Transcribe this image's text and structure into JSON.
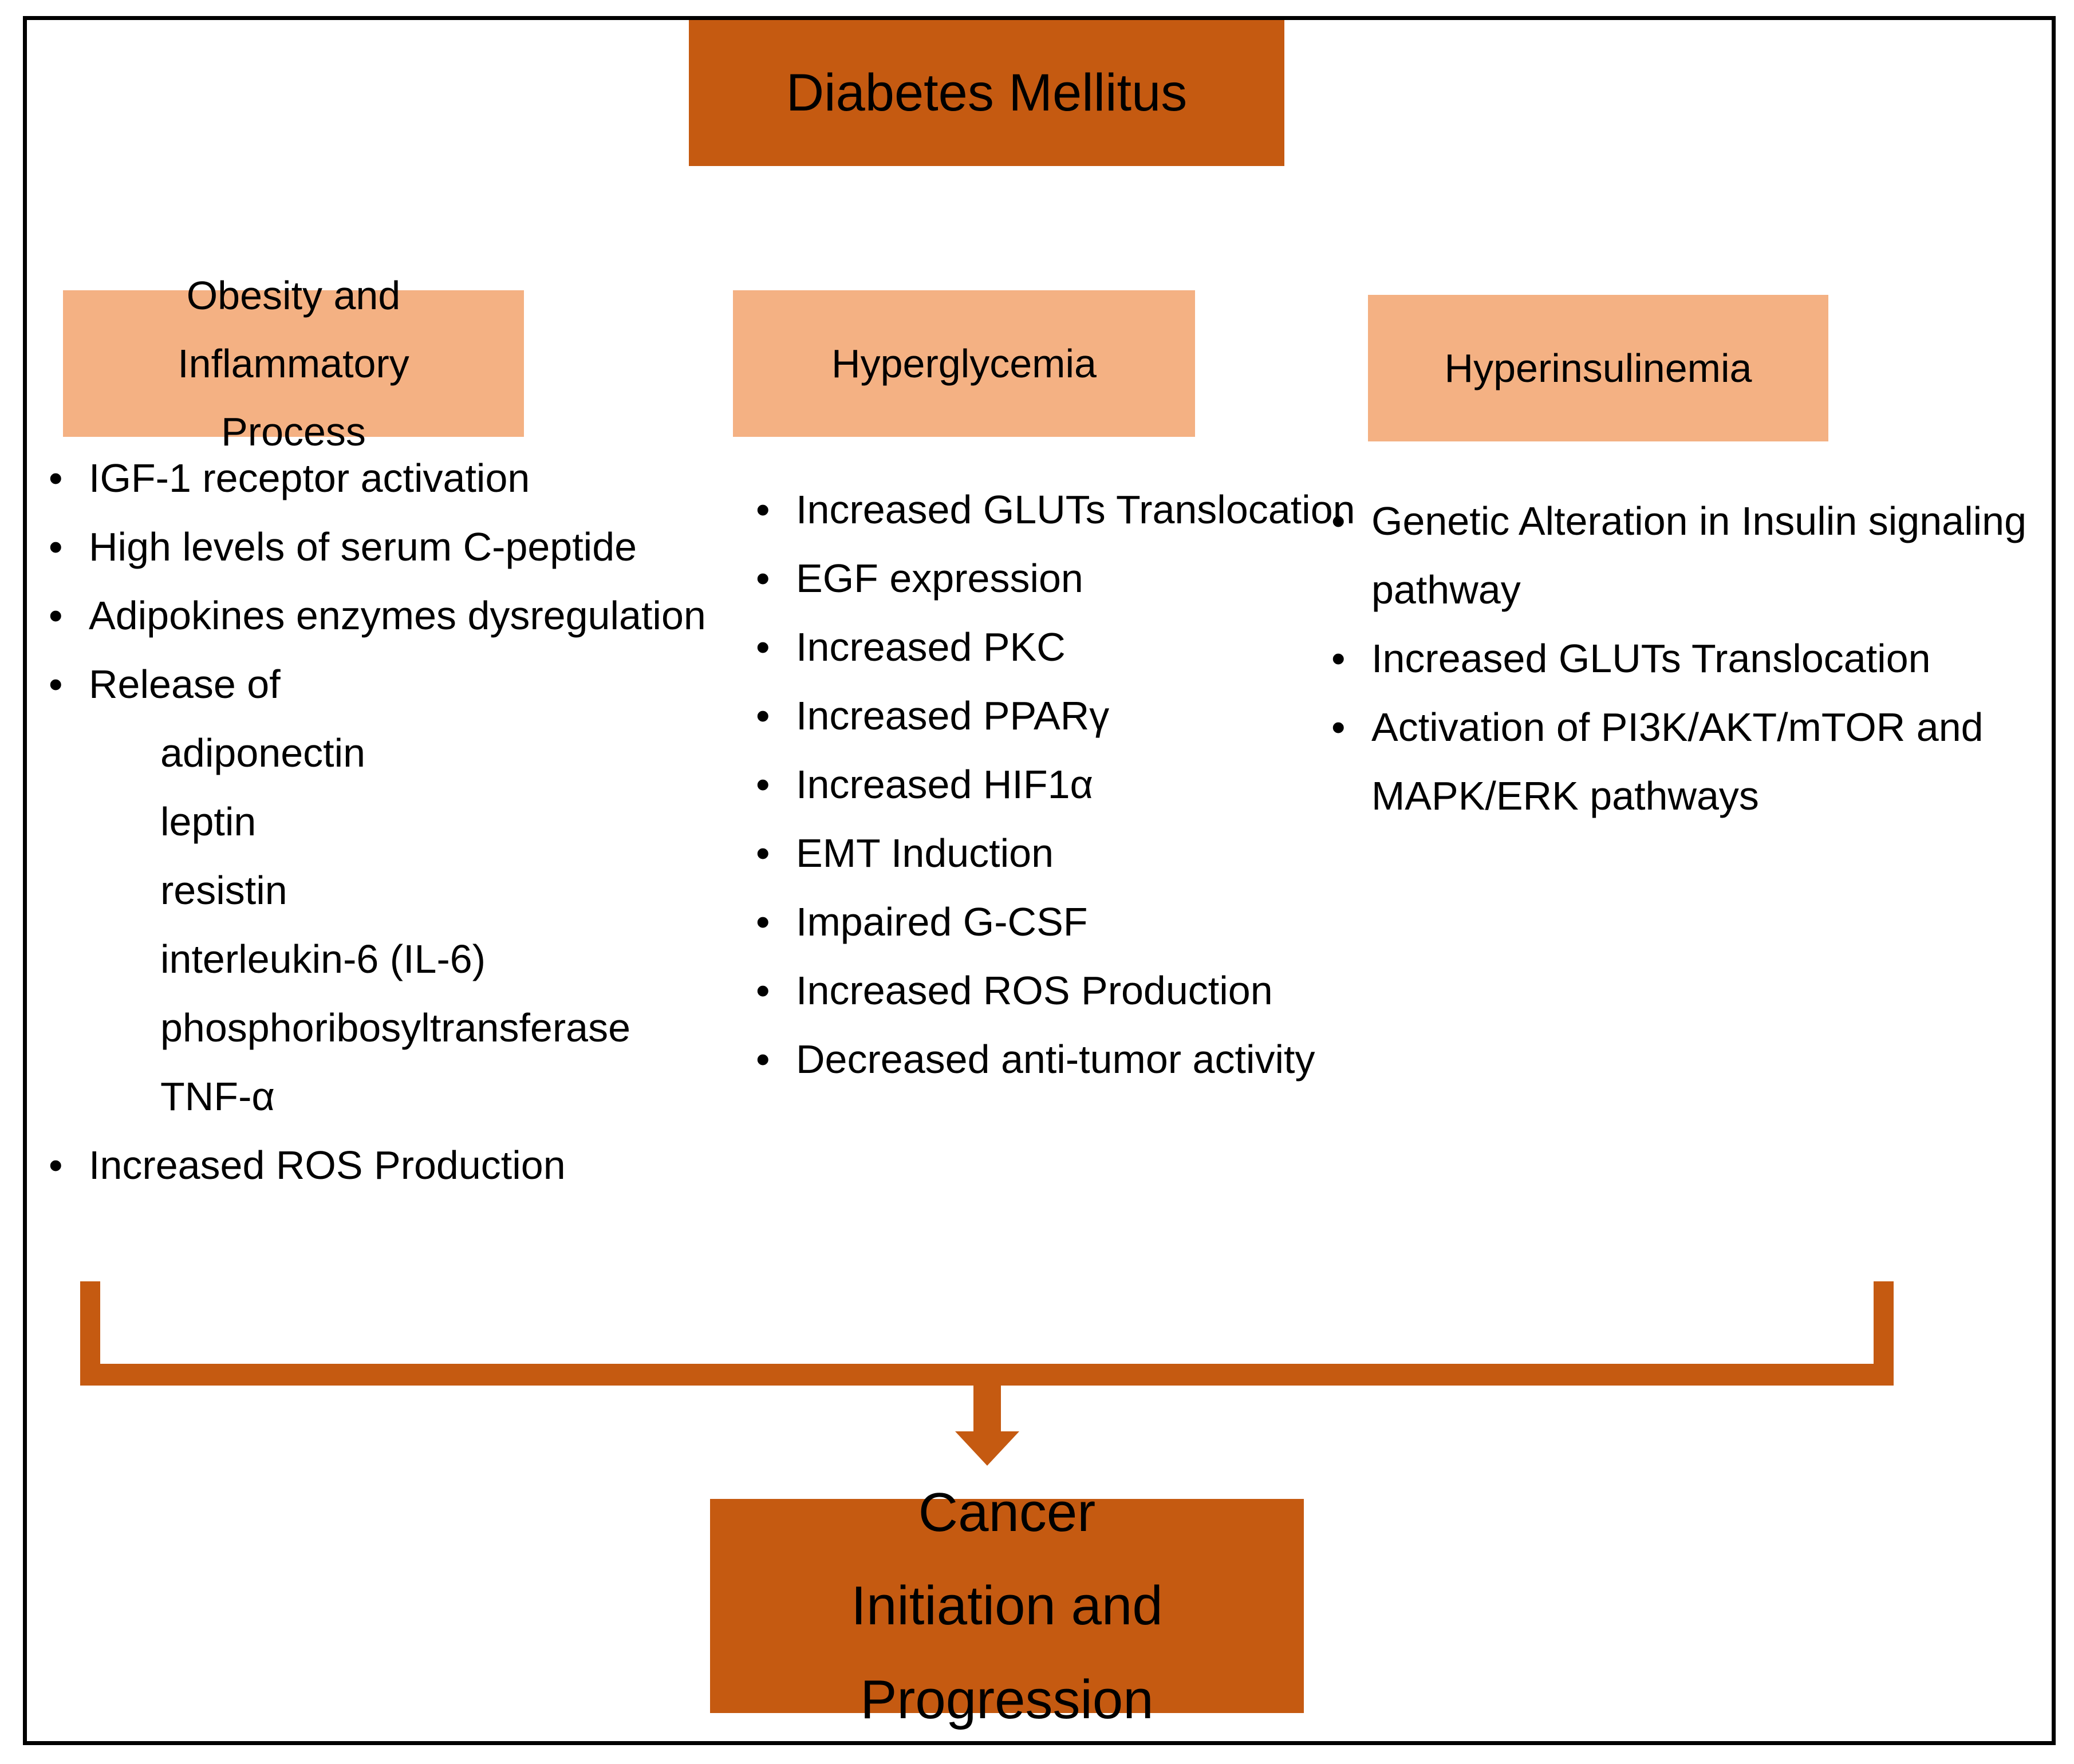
{
  "diagram": {
    "top_node": {
      "label": "Diabetes Mellitus"
    },
    "columns": [
      {
        "heading_lines": [
          "Obesity and Inflammatory",
          "Process"
        ],
        "items": [
          {
            "text": "IGF-1 receptor activation",
            "kind": "bullet"
          },
          {
            "text": "High levels of serum C-peptide",
            "kind": "bullet"
          },
          {
            "text": "Adipokines enzymes dysregulation",
            "kind": "bullet"
          },
          {
            "text": "Release of",
            "kind": "bullet"
          },
          {
            "text": "adiponectin",
            "kind": "sub"
          },
          {
            "text": "leptin",
            "kind": "sub"
          },
          {
            "text": "resistin",
            "kind": "sub"
          },
          {
            "text": "interleukin-6 (IL-6)",
            "kind": "sub"
          },
          {
            "text": "phosphoribosyltransferase",
            "kind": "sub"
          },
          {
            "text": "TNF-α",
            "kind": "sub"
          },
          {
            "text": "Increased ROS Production",
            "kind": "bullet"
          }
        ]
      },
      {
        "heading_lines": [
          "Hyperglycemia"
        ],
        "items": [
          {
            "text": "Increased GLUTs Translocation",
            "kind": "bullet"
          },
          {
            "text": "EGF expression",
            "kind": "bullet"
          },
          {
            "text": "Increased PKC",
            "kind": "bullet"
          },
          {
            "text": "Increased PPARγ",
            "kind": "bullet"
          },
          {
            "text": "Increased HIF1α",
            "kind": "bullet"
          },
          {
            "text": "EMT Induction",
            "kind": "bullet"
          },
          {
            "text": "Impaired G-CSF",
            "kind": "bullet"
          },
          {
            "text": "Increased ROS Production",
            "kind": "bullet"
          },
          {
            "text": "Decreased anti-tumor activity",
            "kind": "bullet"
          }
        ]
      },
      {
        "heading_lines": [
          "Hyperinsulinemia"
        ],
        "items": [
          {
            "text": "Genetic Alteration in Insulin signaling",
            "kind": "bullet"
          },
          {
            "text": "pathway",
            "kind": "cont"
          },
          {
            "text": "Increased GLUTs Translocation",
            "kind": "bullet"
          },
          {
            "text": "Activation of PI3K/AKT/mTOR and",
            "kind": "bullet"
          },
          {
            "text": "MAPK/ERK pathways",
            "kind": "cont"
          }
        ]
      }
    ],
    "bottom_node": {
      "lines": [
        "Cancer",
        "Initiation and Progression"
      ]
    },
    "colors": {
      "dark_box": "#C55A11",
      "light_box": "#F4B183",
      "border": "#000000"
    }
  }
}
